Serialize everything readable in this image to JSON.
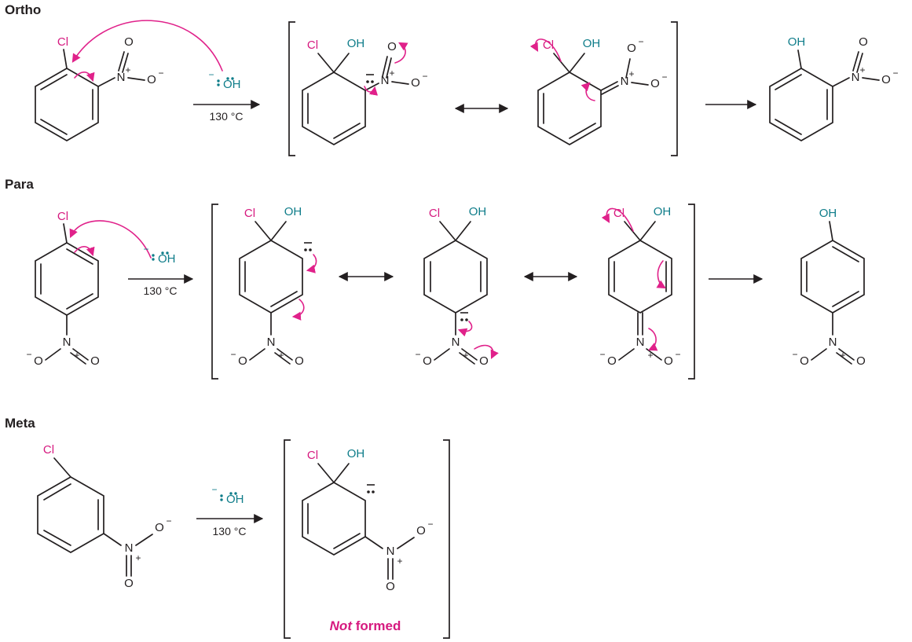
{
  "figure": {
    "type": "reaction-mechanism",
    "description": "Nucleophilic aromatic substitution of ortho-, para- and meta-chloronitrobenzene with hydroxide"
  },
  "sections": [
    {
      "title": "Ortho"
    },
    {
      "title": "Para"
    },
    {
      "title": "Meta",
      "note_italic": "Not",
      "note_rest": " formed"
    }
  ],
  "reagent": {
    "nucleophile": "OH",
    "charge": "−",
    "condition": "130 °C"
  },
  "atoms": {
    "cl": "Cl",
    "oh": "OH",
    "n": "N",
    "o": "O"
  },
  "charges": {
    "plus": "+",
    "minus": "−"
  },
  "colors": {
    "halogen_pink": "#d6197f",
    "hydroxide_teal": "#0f7d8a",
    "arrow_pink": "#e0218a",
    "structure_black": "#231f20"
  }
}
